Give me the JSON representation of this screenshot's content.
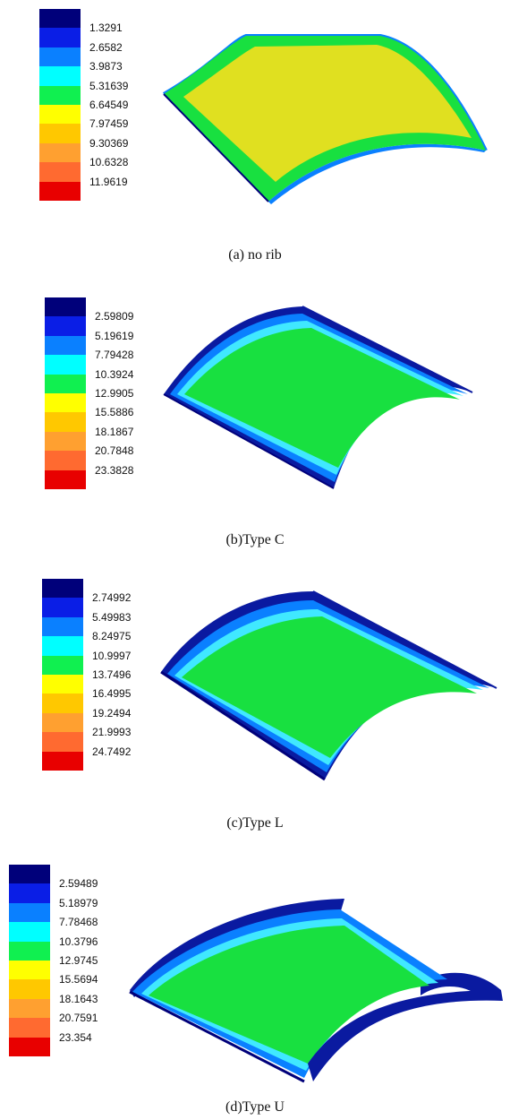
{
  "colors": {
    "legend_scale": [
      "#00007a",
      "#0a1ee6",
      "#0a80ff",
      "#00ffff",
      "#10f050",
      "#ffff00",
      "#ffc800",
      "#ffa030",
      "#ff6a30",
      "#e80000"
    ],
    "shell_top_plain": "#e0e020",
    "shell_top_ribbed": "#18e040",
    "shell_edge": "#18e040",
    "rib_dark": "#0a1aa0",
    "rib_light": "#0a80ff",
    "rib_cyan": "#40e8ff"
  },
  "panels": [
    {
      "id": "a",
      "caption": "(a) no rib",
      "legend_values": [
        "1.3291",
        "2.6582",
        "3.9873",
        "5.31639",
        "6.64549",
        "7.97459",
        "9.30369",
        "10.6328",
        "11.9619"
      ],
      "rib": "none"
    },
    {
      "id": "b",
      "caption": "(b)Type C",
      "legend_values": [
        "2.59809",
        "5.19619",
        "7.79428",
        "10.3924",
        "12.9905",
        "15.5886",
        "18.1867",
        "20.7848",
        "23.3828"
      ],
      "rib": "C"
    },
    {
      "id": "c",
      "caption": "(c)Type L",
      "legend_values": [
        "2.74992",
        "5.49983",
        "8.24975",
        "10.9997",
        "13.7496",
        "16.4995",
        "19.2494",
        "21.9993",
        "24.7492"
      ],
      "rib": "L"
    },
    {
      "id": "d",
      "caption": "(d)Type U",
      "legend_values": [
        "2.59489",
        "5.18979",
        "7.78468",
        "10.3796",
        "12.9745",
        "15.5694",
        "18.1643",
        "20.7591",
        "23.354"
      ],
      "rib": "U"
    }
  ]
}
